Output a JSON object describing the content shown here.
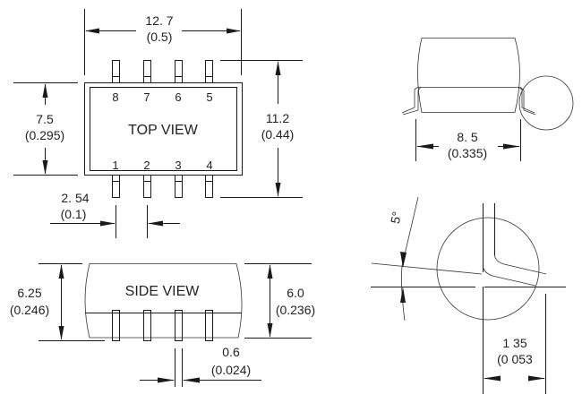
{
  "top_view": {
    "label": "TOP VIEW",
    "pins_top": [
      "8",
      "7",
      "6",
      "5"
    ],
    "pins_bottom": [
      "1",
      "2",
      "3",
      "4"
    ],
    "width_dim": {
      "mm": "12. 7",
      "inch": "(0.5)"
    },
    "body_height_dim": {
      "mm": "7.5",
      "inch": "(0.295)"
    },
    "total_height_dim": {
      "mm": "11.2",
      "inch": "(0.44)"
    },
    "pitch_dim": {
      "mm": "2. 54",
      "inch": "(0.1)"
    }
  },
  "side_view": {
    "label": "SIDE VIEW",
    "left_height_dim": {
      "mm": "6.25",
      "inch": "(0.246)"
    },
    "right_height_dim": {
      "mm": "6.0",
      "inch": "(0.236)"
    },
    "pin_width_dim": {
      "mm": "0.6",
      "inch": "(0.024)"
    }
  },
  "end_view": {
    "width_dim": {
      "mm": "8. 5",
      "inch": "(0.335)"
    }
  },
  "detail_view": {
    "angle": "5°",
    "lead_dim": {
      "mm": "1 35",
      "inch": "(0 053"
    }
  }
}
